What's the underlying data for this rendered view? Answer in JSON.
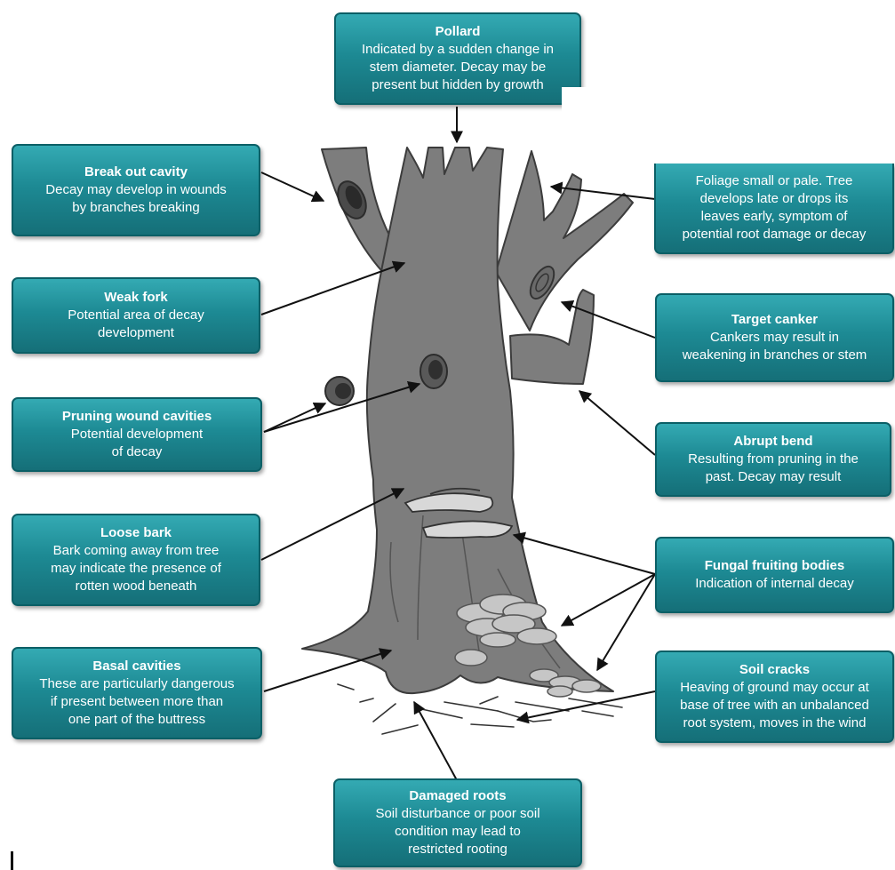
{
  "labels": {
    "pollard": {
      "title": "Pollard",
      "text": "Indicated by a sudden change in\nstem diameter. Decay may be\npresent but hidden by growth"
    },
    "break_out_cavity": {
      "title": "Break out cavity",
      "text": "Decay may develop in wounds\nby branches breaking"
    },
    "foliage": {
      "title": "",
      "text": "Foliage small or pale. Tree\ndevelops late or drops its\nleaves early, symptom of\npotential root damage or decay"
    },
    "weak_fork": {
      "title": "Weak fork",
      "text": "Potential area of decay\ndevelopment"
    },
    "target_canker": {
      "title": "Target canker",
      "text": "Cankers may result in\nweakening in branches or stem"
    },
    "pruning_wound_cavities": {
      "title": "Pruning wound cavities",
      "text": "Potential development\nof decay"
    },
    "abrupt_bend": {
      "title": "Abrupt bend",
      "text": "Resulting from pruning in the\npast. Decay may result"
    },
    "loose_bark": {
      "title": "Loose bark",
      "text": "Bark coming away from tree\nmay indicate the presence of\nrotten wood beneath"
    },
    "fungal_fruiting_bodies": {
      "title": "Fungal fruiting bodies",
      "text": "Indication of internal decay"
    },
    "basal_cavities": {
      "title": "Basal cavities",
      "text": "These are particularly dangerous\nif present between more than\none part of the buttress"
    },
    "soil_cracks": {
      "title": "Soil cracks",
      "text": "Heaving of ground may occur at\nbase of tree with an unbalanced\nroot system, moves in the wind"
    },
    "damaged_roots": {
      "title": "Damaged roots",
      "text": "Soil disturbance or poor soil\ncondition may lead to\nrestricted rooting"
    }
  },
  "colors": {
    "box": "#1d8a94",
    "box_border": "#0b5f66",
    "tree": "#7d7d7d",
    "tree_outline": "#3c3c3c",
    "fungus": "#c9c9c9",
    "arrow": "#111111"
  }
}
